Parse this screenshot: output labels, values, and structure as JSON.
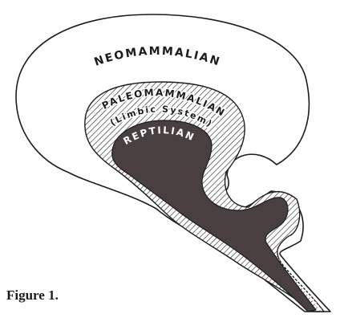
{
  "diagram": {
    "labels": {
      "neomammalian": "NEOMAMMALIAN",
      "paleomammalian": "PALEOMAMMALIAN",
      "limbic": "(Limbic System)",
      "reptilian": "REPTILIAN"
    },
    "caption": "Figure 1."
  },
  "colors": {
    "ink": "#1e1b1b",
    "reptilian_fill": "#4a3f40",
    "paper": "#ffffff"
  }
}
